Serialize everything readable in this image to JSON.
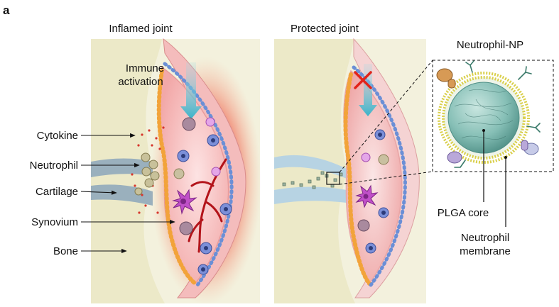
{
  "panel_letter": "a",
  "panels": {
    "left": {
      "title": "Inflamed joint",
      "annotation": [
        "Immune",
        "activation"
      ]
    },
    "middle": {
      "title": "Protected joint"
    },
    "right": {
      "title": "Neutrophil-NP",
      "core_label": "PLGA core",
      "membrane_label": [
        "Neutrophil",
        "membrane"
      ]
    }
  },
  "left_labels": [
    "Cytokine",
    "Neutrophil",
    "Cartilage",
    "Synovium",
    "Bone"
  ],
  "colors": {
    "bone": "#f1efd6",
    "cartilage": "#9ab0bd",
    "cartilage_protected": "#b7d3e3",
    "inflamed_glow": "#e8322a",
    "synovium": "#f7c8c8",
    "capsule": "#f2b8b8",
    "np_core": "#7fb7b0",
    "np_membrane": "#d9cf4a",
    "block_mark": "#e2231a",
    "arrow_flow": "#3ab3c9"
  },
  "icons": [
    "block-x-icon",
    "immune-arrow-icon",
    "zoom-box-icon"
  ]
}
